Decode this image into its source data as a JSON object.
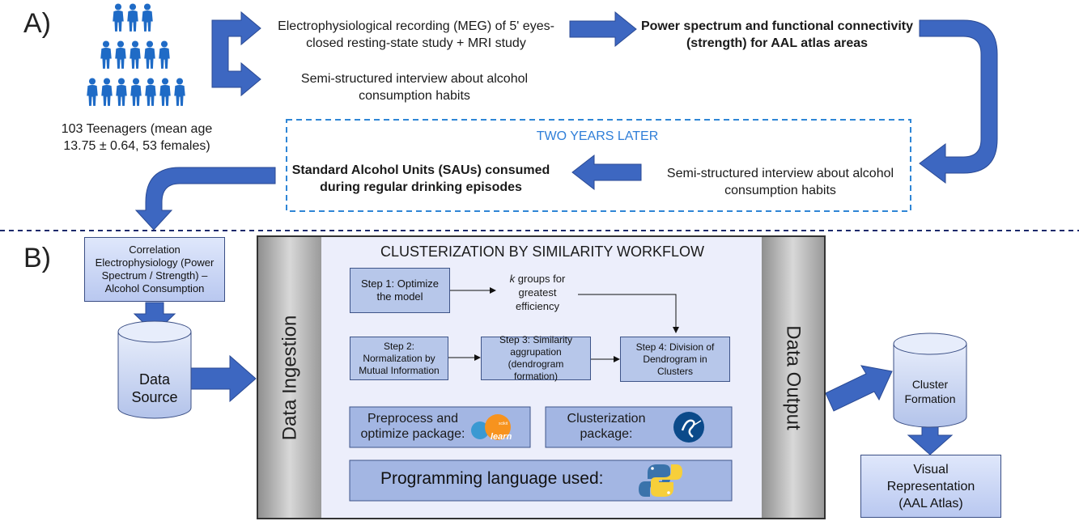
{
  "section_a": {
    "label": "A)",
    "participants": "103 Teenagers (mean age 13.75 ± 0.64, 53 females)",
    "recording": "Electrophysiological recording (MEG) of 5' eyes-closed resting-state study + MRI study",
    "interview": "Semi-structured interview about alcohol consumption habits",
    "spectrum": "Power spectrum and functional connectivity (strength) for AAL atlas areas",
    "later_title": "TWO YEARS LATER",
    "interview_later": "Semi-structured interview about alcohol consumption habits",
    "saus": "Standard Alcohol Units (SAUs) consumed during regular drinking episodes"
  },
  "section_b": {
    "label": "B)",
    "correlation": "Correlation Electrophysiology (Power Spectrum / Strength) – Alcohol Consumption",
    "data_source": "Data Source",
    "data_ingestion": "Data Ingestion",
    "data_output": "Data Output",
    "workflow_title": "CLUSTERIZATION BY SIMILARITY WORKFLOW",
    "step1": "Step 1: Optimize the model",
    "k_groups_k": "k",
    "k_groups": " groups for greatest efficiency",
    "step2": "Step 2: Normalization by Mutual Information",
    "step3": "Step 3: Similarity aggrupation (dendrogram formation)",
    "step4": "Step 4: Division of Dendrogram in Clusters",
    "preprocess": "Preprocess and optimize package:",
    "clusterization_pkg": "Clusterization package:",
    "language": "Programming language used:",
    "cluster_formation": "Cluster Formation",
    "visual": "Visual Representation (AAL Atlas)",
    "sklearn_logo_text": "learn",
    "sklearn_logo_small": "scikit"
  },
  "colors": {
    "arrow_blue": "#3d67c1",
    "people_blue": "#1f6bc6",
    "dashed_blue": "#2f86d6",
    "later_text": "#2f7ed8",
    "divider_navy": "#1c2a6b"
  }
}
